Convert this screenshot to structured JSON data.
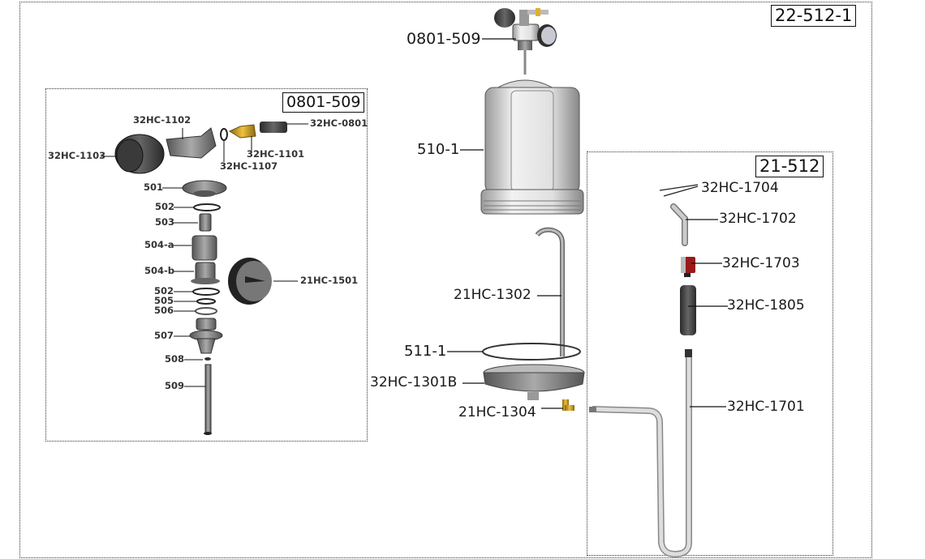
{
  "diagram": {
    "title": "Exploded parts diagram",
    "assembly_id": "22-512-1",
    "main_assembly": {
      "labels": {
        "regulator": "0801-509",
        "tank": "510-1",
        "dip_tube": "21HC-1302",
        "o_ring": "511-1",
        "base": "32HC-1301B",
        "elbow": "21HC-1304"
      }
    },
    "sub_assemblies": [
      {
        "id": "0801-509",
        "labels": {
          "p1102": "32HC-1102",
          "p1103": "32HC-1103",
          "p1107": "32HC-1107",
          "p1101": "32HC-1101",
          "p0801": "32HC-0801",
          "p501": "501",
          "p502a": "502",
          "p503": "503",
          "p504a": "504-a",
          "p504b": "504-b",
          "p1501": "21HC-1501",
          "p502b": "502",
          "p505": "505",
          "p506": "506",
          "p507": "507",
          "p508": "508",
          "p509": "509"
        }
      },
      {
        "id": "21-512",
        "labels": {
          "p1704": "32HC-1704",
          "p1702": "32HC-1702",
          "p1703": "32HC-1703",
          "p1805": "32HC-1805",
          "p1701": "32HC-1701"
        }
      }
    ]
  }
}
